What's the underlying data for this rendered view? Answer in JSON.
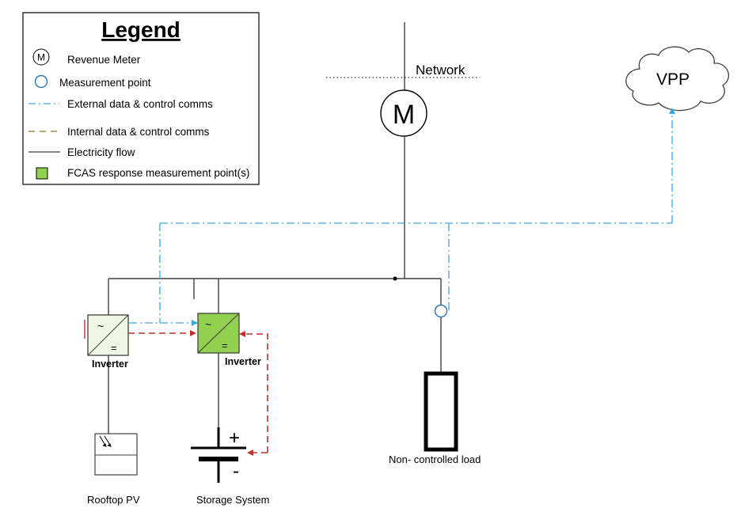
{
  "colors": {
    "external_comms": "#3aa9de",
    "internal_comms": "#c0302c",
    "legend_internal": "#8a6d1f",
    "electricity": "#404040",
    "fcas_green": "#92d050",
    "measurement_point": "#2e75b6"
  },
  "legend": {
    "title": "Legend",
    "items": [
      {
        "icon": "revenue-meter-icon",
        "symbol": "M",
        "label": "Revenue Meter"
      },
      {
        "icon": "measurement-point-icon",
        "label": "Measurement point"
      },
      {
        "icon": "external-comms-line-icon",
        "label": "External data & control comms"
      },
      {
        "icon": "internal-comms-line-icon",
        "label": "Internal data & control comms"
      },
      {
        "icon": "electricity-flow-line-icon",
        "label": "Electricity flow"
      },
      {
        "icon": "fcas-point-icon",
        "label": "FCAS response measurement point(s)"
      }
    ]
  },
  "diagram": {
    "network_label": "Network",
    "meter_symbol": "M",
    "vpp_label": "VPP",
    "pv_inverter_label": "Inverter",
    "storage_inverter_label": "Inverter",
    "load_label": "Non- controlled load",
    "pv_label": "Rooftop PV",
    "storage_label": "Storage System",
    "battery_plus": "+",
    "battery_minus": "-",
    "inverter_ac_symbol": "~",
    "inverter_dc_symbol": "="
  }
}
